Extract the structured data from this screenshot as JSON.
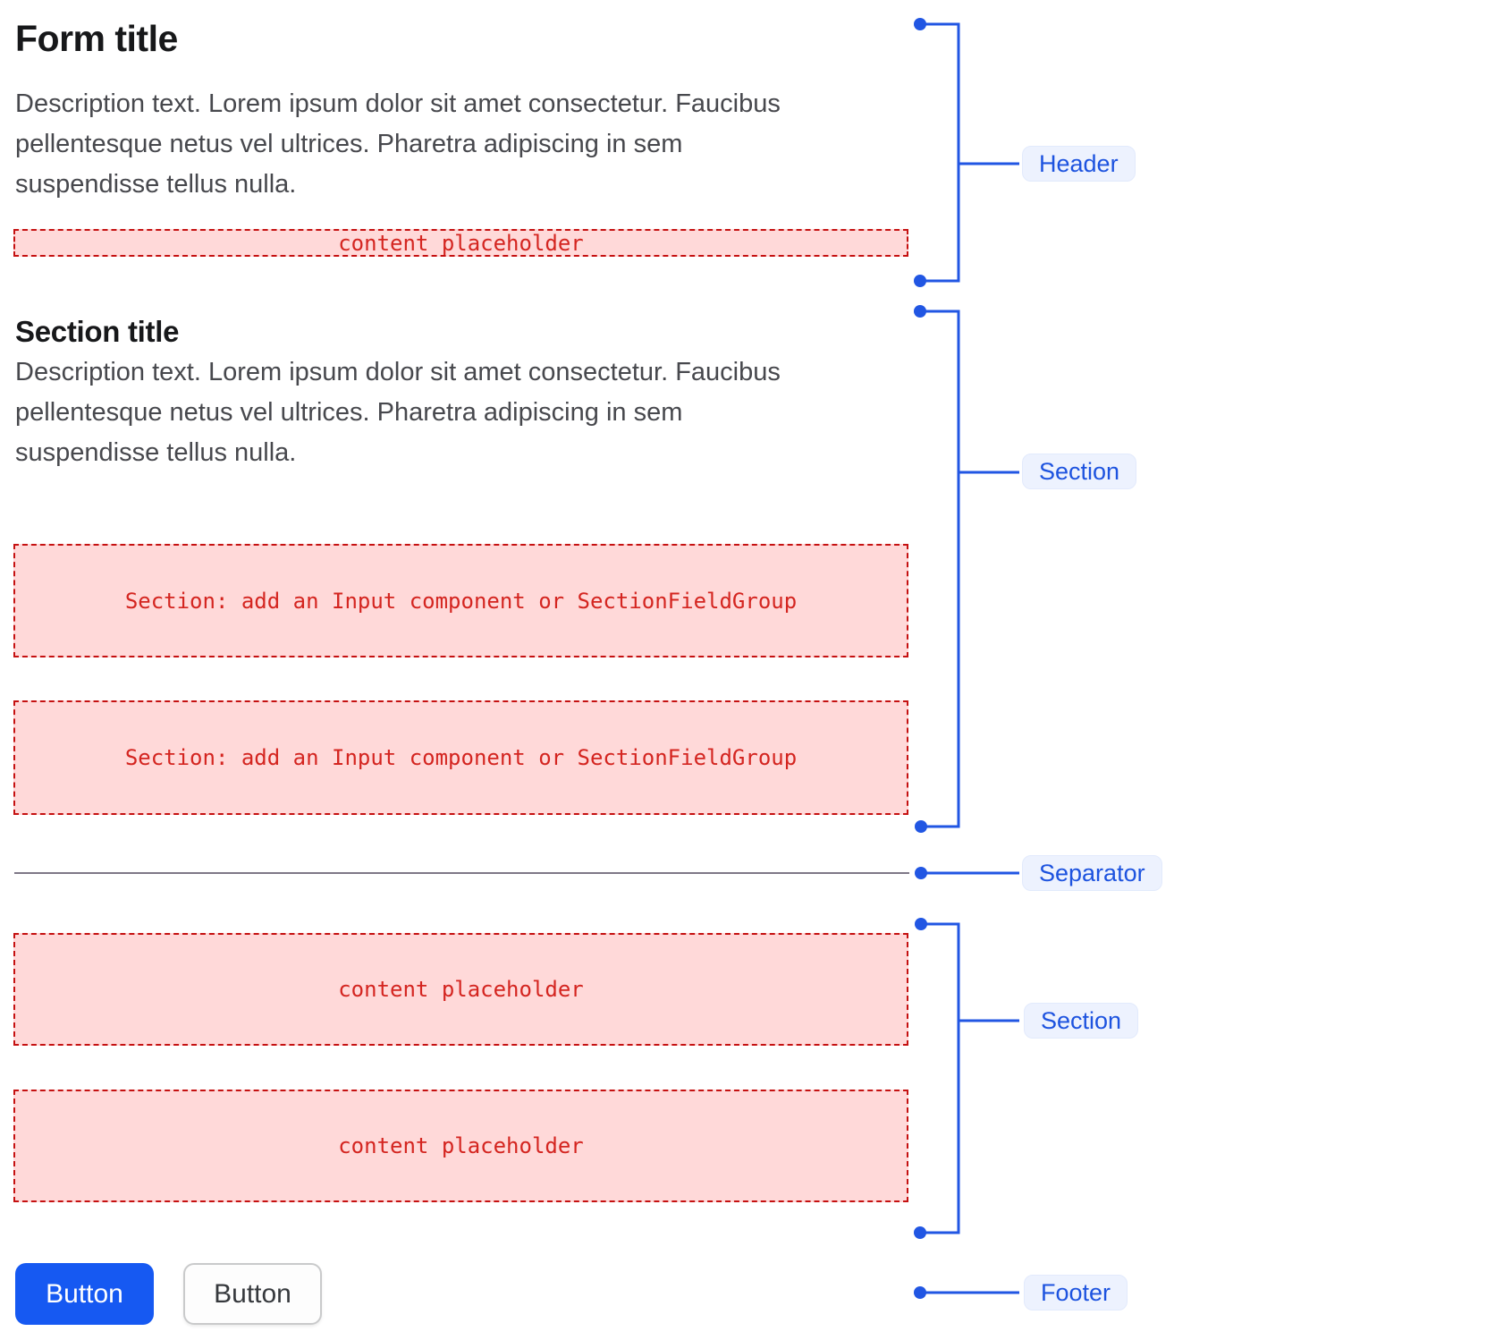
{
  "header": {
    "title": "Form title",
    "description": "Description text. Lorem ipsum dolor sit amet consectetur. Faucibus pellentesque netus vel ultrices. Pharetra adipiscing in sem suspendisse tellus nulla.",
    "placeholder": "content placeholder"
  },
  "section1": {
    "title": "Section title",
    "description": "Description text. Lorem ipsum dolor sit amet consectetur. Faucibus pellentesque netus vel ultrices. Pharetra adipiscing in sem suspendisse tellus nulla.",
    "slots": [
      "Section: add an Input component or SectionFieldGroup",
      "Section: add an Input component or SectionFieldGroup"
    ]
  },
  "section2": {
    "slots": [
      "content placeholder",
      "content placeholder"
    ]
  },
  "footer": {
    "primary_button": "Button",
    "secondary_button": "Button"
  },
  "annotations": {
    "header_label": "Header",
    "section1_label": "Section",
    "separator_label": "Separator",
    "section2_label": "Section",
    "footer_label": "Footer"
  },
  "colors": {
    "annotation_blue": "#2156e3",
    "pill_background": "#edf2fe",
    "pill_text": "#1d53df",
    "primary_button_blue": "#1659f2",
    "placeholder_background": "#ffd9d9",
    "placeholder_border_red": "#c51111",
    "placeholder_text_red": "#d42520",
    "separator_gray": "#7e7887",
    "title_text": "#17181a",
    "description_text": "#47484d"
  }
}
